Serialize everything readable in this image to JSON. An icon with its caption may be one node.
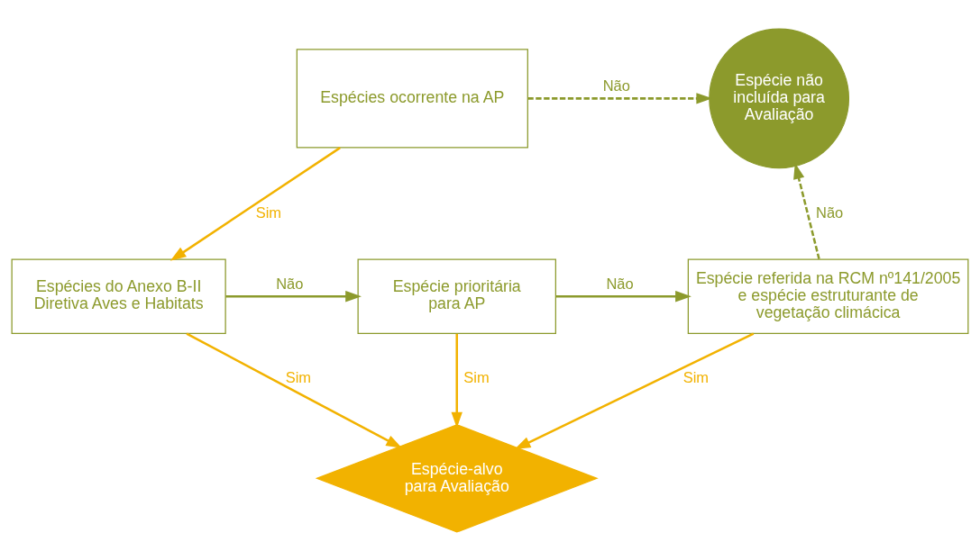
{
  "diagram": {
    "nodes": [
      {
        "text": [
          "Espécies ocorrente na AP"
        ]
      },
      {
        "text": [
          "Espécie não incluída para Avaliação"
        ]
      },
      {
        "text": [
          "Espécies do Anexo B-II Diretiva Aves e Habitats"
        ]
      },
      {
        "text": [
          "Espécie prioritária para AP"
        ]
      },
      {
        "text": [
          "Espécie referida na RCM nº141/2005 e espécie estruturante de vegetação climácica"
        ]
      },
      {
        "text": [
          "Espécie-alvo para Avaliação"
        ]
      }
    ],
    "edges": [
      {
        "from": 0,
        "to": 1,
        "arrow": "to",
        "label": "Não",
        "style": "dashed"
      },
      {
        "from": 0,
        "to": 2,
        "arrow": "to",
        "label": "Sim",
        "color": "#f2b200"
      },
      {
        "from": 2,
        "to": 3,
        "arrow": "to",
        "label": "Não"
      },
      {
        "from": 3,
        "to": 4,
        "arrow": "to",
        "label": "Não"
      },
      {
        "from": 4,
        "to": 1,
        "arrow": "to",
        "label": "Não",
        "style": "dashed"
      },
      {
        "from": 2,
        "to": 5,
        "arrow": "to",
        "label": "Sim",
        "color": "#f2b200"
      },
      {
        "from": 3,
        "to": 5,
        "arrow": "to",
        "label": "Sim",
        "color": "#f2b200"
      },
      {
        "from": 4,
        "to": 5,
        "arrow": "to",
        "label": "Sim",
        "color": "#f2b200"
      }
    ]
  }
}
